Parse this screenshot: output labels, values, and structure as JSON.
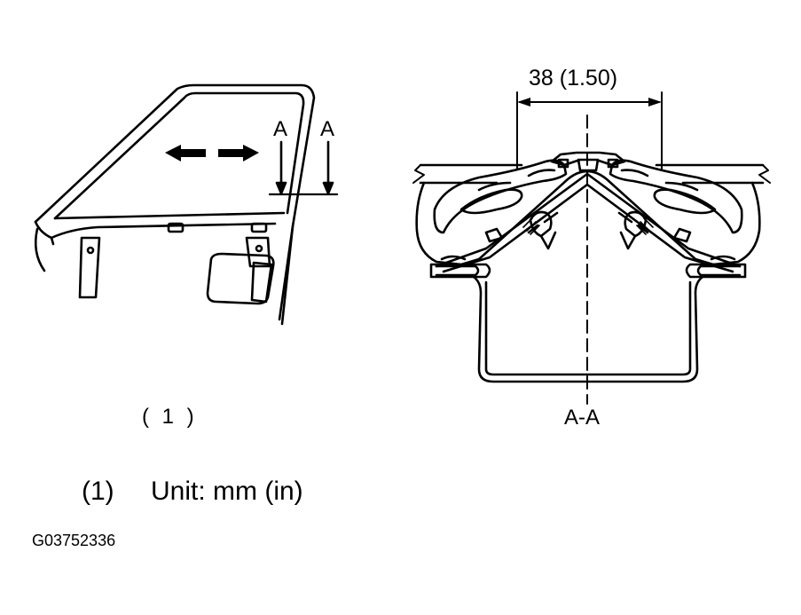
{
  "labels": {
    "section_marker_left": "A",
    "section_marker_right": "A",
    "callout": "( 1 )",
    "dimension": "38 (1.50)",
    "section_view": "A-A"
  },
  "legend": {
    "number": "(1)",
    "text": "Unit: mm (in)"
  },
  "figure_id": "G03752336"
}
